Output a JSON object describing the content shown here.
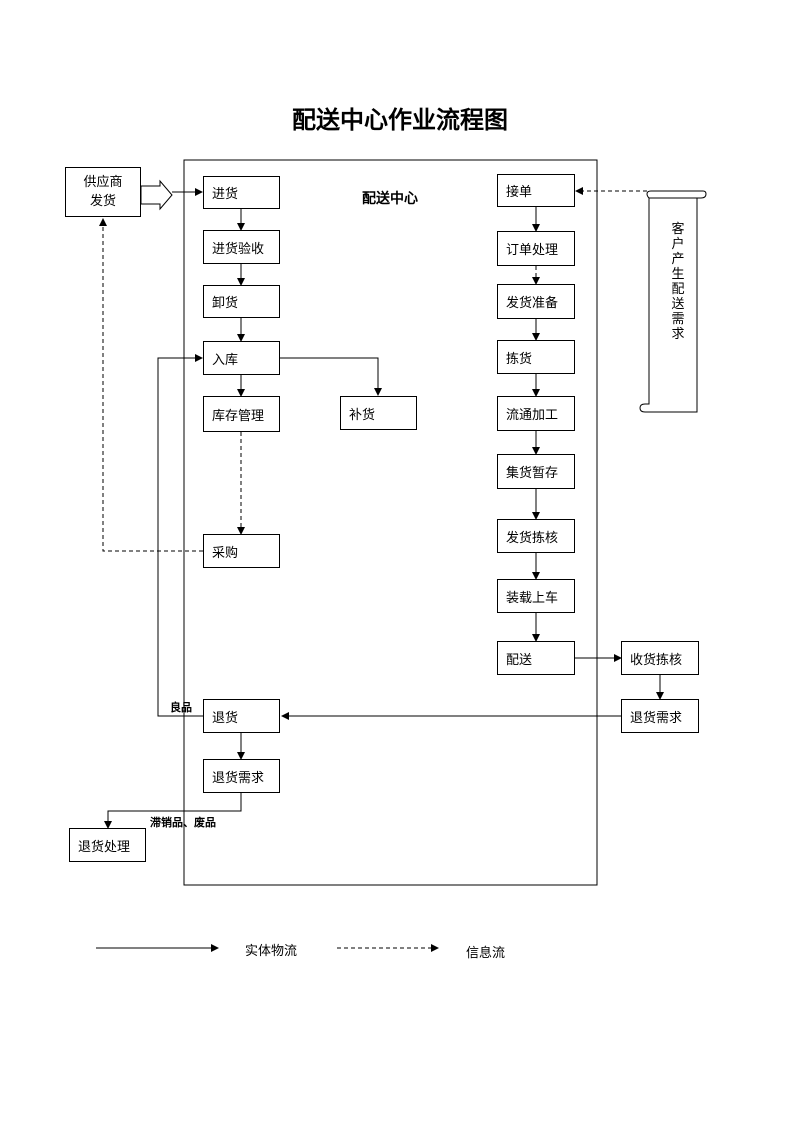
{
  "title": "配送中心作业流程图",
  "center_label": "配送中心",
  "nodes": {
    "supplier": "供应商\n发货",
    "jinhuo": "进货",
    "jinhuo_yanshou": "进货验收",
    "xiehuo": "卸货",
    "ruku": "入库",
    "kucun": "库存管理",
    "buhuo": "补货",
    "caigou": "采购",
    "tuihuo": "退货",
    "tuihuo_xuqiu": "退货需求",
    "tuihuo_chuli": "退货处理",
    "jiedan": "接单",
    "dingdan": "订单处理",
    "fahuo_zhunbei": "发货准备",
    "jianhuo": "拣货",
    "liutong": "流通加工",
    "jihuo": "集货暂存",
    "fahuo_jianhe": "发货拣核",
    "zhuangzai": "装载上车",
    "peisong": "配送",
    "shouhuo": "收货拣核",
    "kehu_tuihuo": "退货需求",
    "kehu_xuqiu": "客户产生配送需求"
  },
  "notes": {
    "lianghpin": "良品",
    "zhixiao": "滞销品、废品"
  },
  "legend": {
    "physical": "实体物流",
    "info": "信息流"
  }
}
